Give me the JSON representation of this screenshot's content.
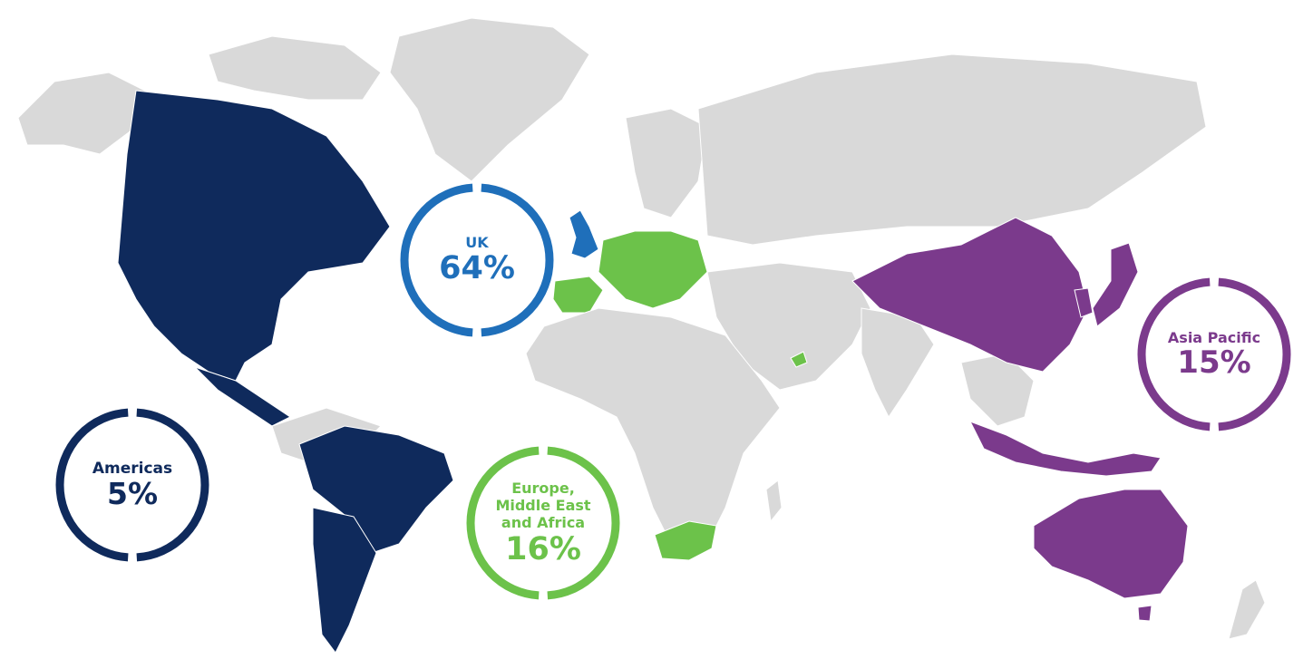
{
  "colors": {
    "land": "#d9d9d9",
    "border": "#ffffff",
    "uk": "#1f6fba",
    "americas": "#0f2a5c",
    "emea": "#6cc24a",
    "apac": "#7b3a8c"
  },
  "regions": [
    {
      "id": "uk",
      "label": "UK",
      "value": "64%",
      "percent": 64
    },
    {
      "id": "americas",
      "label": "Americas",
      "value": "5%",
      "percent": 5
    },
    {
      "id": "emea",
      "label": "Europe, Middle East and Africa",
      "value": "16%",
      "percent": 16
    },
    {
      "id": "apac",
      "label": "Asia Pacific",
      "value": "15%",
      "percent": 15
    }
  ]
}
